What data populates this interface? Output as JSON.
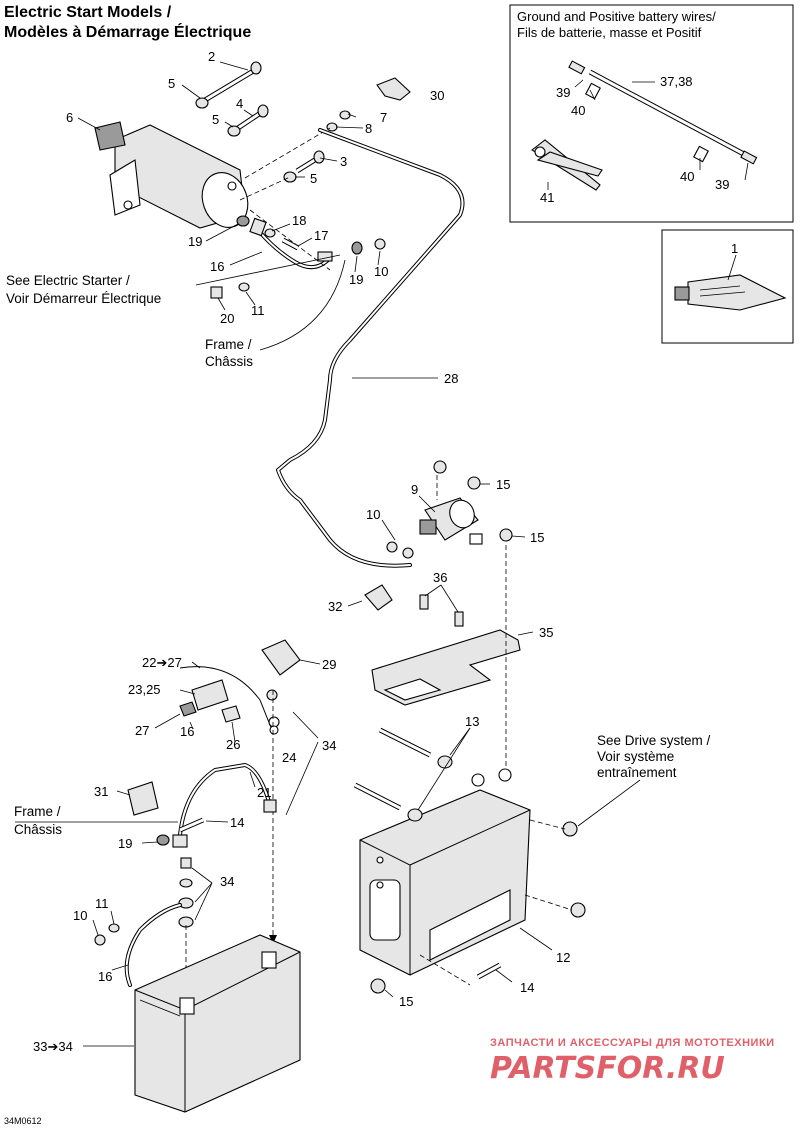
{
  "title_line1": "Electric Start Models /",
  "title_line2": "Modèles à Démarrage Électrique",
  "inset_box": {
    "line1": "Ground and Positive battery wires/",
    "line2": "Fils de batterie, masse et Positif"
  },
  "notes": {
    "see_electric_starter_l1": "See Electric Starter /",
    "see_electric_starter_l2": "Voir Démarreur Électrique",
    "frame_top_l1": "Frame /",
    "frame_top_l2": "Châssis",
    "frame_bottom_l1": "Frame /",
    "frame_bottom_l2": "Châssis",
    "drive_l1": "See Drive system /",
    "drive_l2": "Voir système",
    "drive_l3": "entraînement"
  },
  "callouts": {
    "n2": "2",
    "n5a": "5",
    "n4": "4",
    "n5b": "5",
    "n6": "6",
    "n30": "30",
    "n7": "7",
    "n8": "8",
    "n3": "3",
    "n5c": "5",
    "n18": "18",
    "n17": "17",
    "n19a": "19",
    "n16a": "16",
    "n19b": "19",
    "n10a": "10",
    "n20": "20",
    "n11a": "11",
    "n39a": "39",
    "n40a": "40",
    "n3738": "37,38",
    "n41": "41",
    "n40b": "40",
    "n39b": "39",
    "n1": "1",
    "n28": "28",
    "n15a": "15",
    "n9": "9",
    "n10b": "10",
    "n15b": "15",
    "n32": "32",
    "n36": "36",
    "n35": "35",
    "n2227": "22➔27",
    "n29": "29",
    "n2325": "23,25",
    "n27": "27",
    "n16b": "16",
    "n26": "26",
    "n24": "24",
    "n34a": "34",
    "n13": "13",
    "n31": "31",
    "n21": "21",
    "n14a": "14",
    "n19c": "19",
    "n34b": "34",
    "n11b": "11",
    "n10c": "10",
    "n16c": "16",
    "n12": "12",
    "n14b": "14",
    "n15c": "15",
    "n3334": "33➔34"
  },
  "figure_code": "34M0612",
  "watermark": {
    "small": "ЗАПЧАСТИ И АКСЕССУАРЫ ДЛЯ МОТОТЕХНИКИ",
    "big": "PARTSFOR.RU",
    "color": "#e0606a"
  }
}
